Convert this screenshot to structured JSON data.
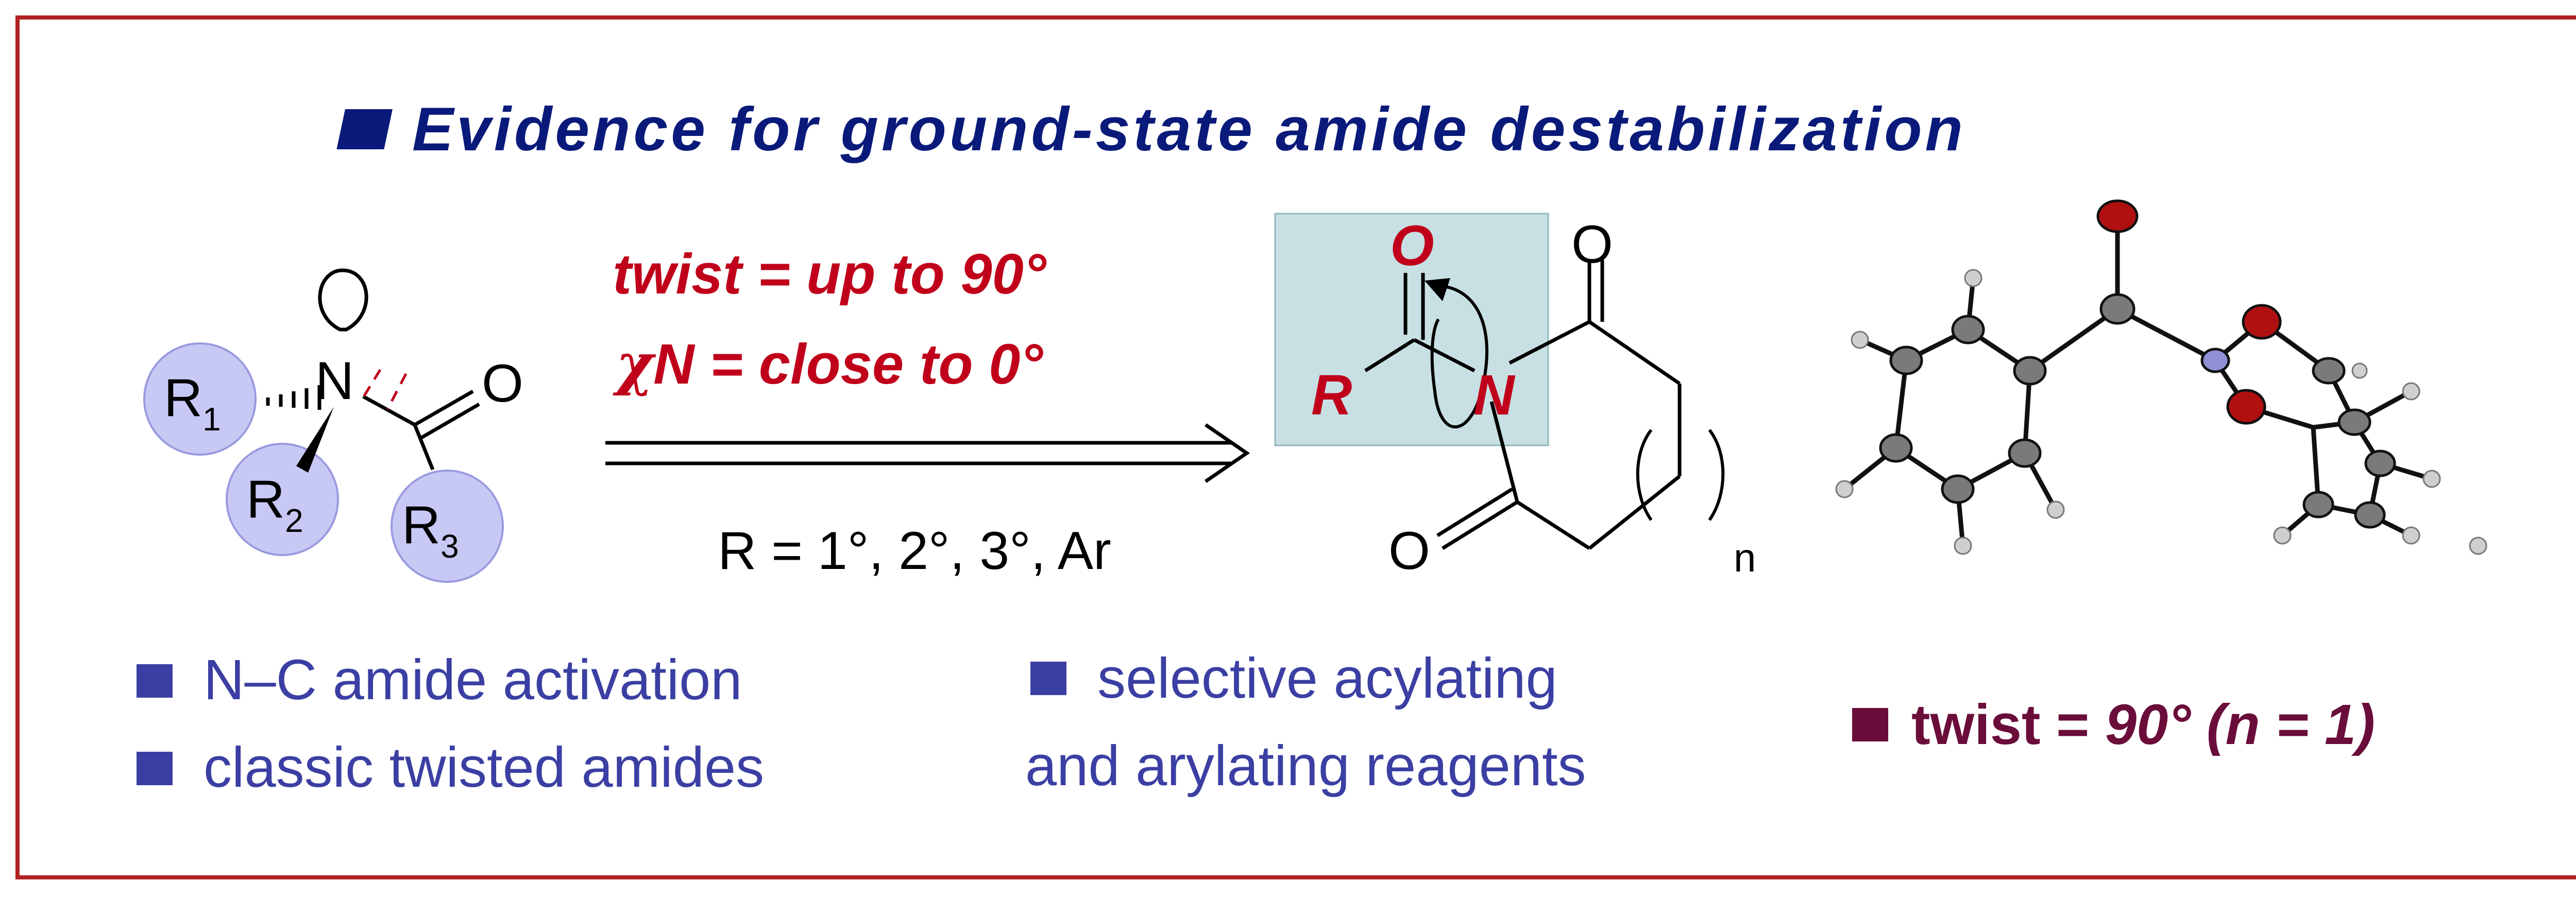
{
  "title": "Evidence for ground-state amide destabilization",
  "colors": {
    "frame": "#b22222",
    "title": "#0a1a7a",
    "red": "#c0001a",
    "bullet": "#3b3fa3",
    "maroon": "#6a0d3a",
    "substituent_fill": "#c8c8f5",
    "highlight_box": "#c8e0e4",
    "black": "#000000"
  },
  "left_structure": {
    "atoms": [
      "N",
      "O"
    ],
    "substituents": [
      {
        "main": "R",
        "sub": "1"
      },
      {
        "main": "R",
        "sub": "2"
      },
      {
        "main": "R",
        "sub": "3"
      }
    ]
  },
  "reaction": {
    "line1": "twist = up to 90°",
    "line2_symbol": "χ",
    "line2_rest": "N = close to 0°",
    "below": "R = 1°, 2°, 3°, Ar"
  },
  "product": {
    "acyl_R": "R",
    "acyl_O": "O",
    "N": "N",
    "ring_O_top": "O",
    "ring_O_bottom": "O",
    "index": "n"
  },
  "bullets_left": [
    "N–C amide activation",
    "classic twisted amides"
  ],
  "bullets_middle": [
    "selective acylating",
    "and arylating reagents"
  ],
  "bullet_right": {
    "prefix": "twist = ",
    "value": "90° (n = 1)"
  }
}
